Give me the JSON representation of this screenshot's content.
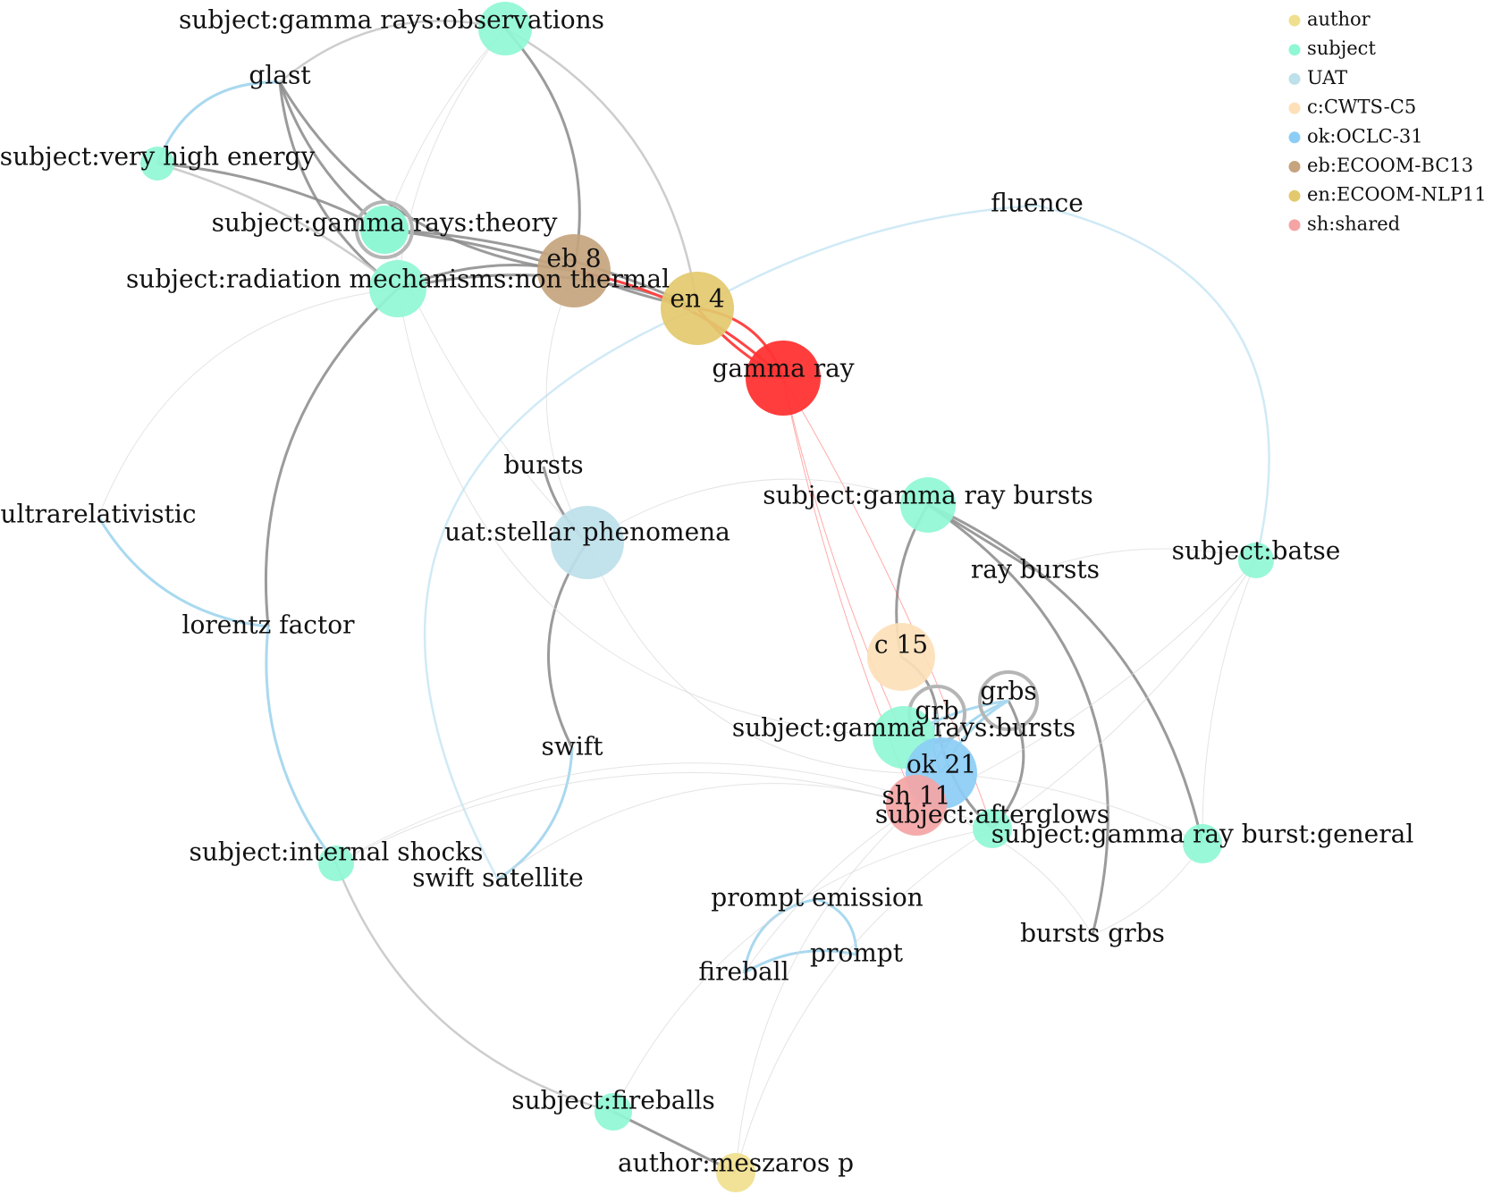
{
  "colors": {
    "author": "#f0e08e",
    "subject": "#8ff7d4",
    "uat": "#bde0ea",
    "cwts": "#fde0b8",
    "oclc": "#8ccdf5",
    "ecoom_bc": "#c6a47e",
    "ecoom_nlp": "#e3c96e",
    "shared": "#f4a4a4",
    "gamma_ray": "#ff3333",
    "edge_dark": "#8a8a8a",
    "edge_light": "#c8c8c8",
    "edge_blue": "#a9d9ef",
    "edge_red": "#ff4444"
  },
  "legend": [
    {
      "label": "author",
      "color": "#f0e08e"
    },
    {
      "label": "subject",
      "color": "#8ff7d4"
    },
    {
      "label": "UAT",
      "color": "#bde0ea"
    },
    {
      "label": "c:CWTS-C5",
      "color": "#fde0b8"
    },
    {
      "label": "ok:OCLC-31",
      "color": "#8ccdf5"
    },
    {
      "label": "eb:ECOOM-BC13",
      "color": "#c6a47e"
    },
    {
      "label": "en:ECOOM-NLP11",
      "color": "#e3c96e"
    },
    {
      "label": "sh:shared",
      "color": "#f4a4a4"
    }
  ],
  "nodes": [
    {
      "id": "gro",
      "label": "subject:gamma rays:observations",
      "kind": "subject"
    },
    {
      "id": "glast",
      "label": "glast",
      "kind": "term"
    },
    {
      "id": "vhe",
      "label": "subject:very high energy",
      "kind": "subject"
    },
    {
      "id": "grt",
      "label": "subject:gamma rays:theory",
      "kind": "subject"
    },
    {
      "id": "eb8",
      "label": "eb 8",
      "kind": "ecoom_bc"
    },
    {
      "id": "rmnt",
      "label": "subject:radiation mechanisms:non thermal",
      "kind": "subject"
    },
    {
      "id": "en4",
      "label": "en 4",
      "kind": "ecoom_nlp"
    },
    {
      "id": "gammaray",
      "label": "gamma ray",
      "kind": "gamma_ray"
    },
    {
      "id": "fluence",
      "label": "fluence",
      "kind": "term"
    },
    {
      "id": "bursts",
      "label": "bursts",
      "kind": "term"
    },
    {
      "id": "ultra",
      "label": "ultrarelativistic",
      "kind": "term"
    },
    {
      "id": "uat",
      "label": "uat:stellar phenomena",
      "kind": "uat"
    },
    {
      "id": "grbsub",
      "label": "subject:gamma ray bursts",
      "kind": "subject"
    },
    {
      "id": "batse",
      "label": "subject:batse",
      "kind": "subject"
    },
    {
      "id": "raybursts",
      "label": "ray bursts",
      "kind": "term"
    },
    {
      "id": "lorentz",
      "label": "lorentz factor",
      "kind": "term"
    },
    {
      "id": "c15",
      "label": "c 15",
      "kind": "cwts"
    },
    {
      "id": "grbs",
      "label": "grbs",
      "kind": "term"
    },
    {
      "id": "grb",
      "label": "grb",
      "kind": "term"
    },
    {
      "id": "grbursts",
      "label": "subject:gamma rays:bursts",
      "kind": "subject"
    },
    {
      "id": "swift",
      "label": "swift",
      "kind": "term"
    },
    {
      "id": "ok21",
      "label": "ok 21",
      "kind": "oclc"
    },
    {
      "id": "sh11",
      "label": "sh 11",
      "kind": "shared"
    },
    {
      "id": "afterglows",
      "label": "subject:afterglows",
      "kind": "subject"
    },
    {
      "id": "grbgen",
      "label": "subject:gamma ray burst:general",
      "kind": "subject"
    },
    {
      "id": "internal",
      "label": "subject:internal shocks",
      "kind": "subject"
    },
    {
      "id": "swiftsat",
      "label": "swift satellite",
      "kind": "term"
    },
    {
      "id": "prompte",
      "label": "prompt emission",
      "kind": "term"
    },
    {
      "id": "burstsgrbs",
      "label": "bursts grbs",
      "kind": "term"
    },
    {
      "id": "fireball",
      "label": "fireball",
      "kind": "term"
    },
    {
      "id": "prompt",
      "label": "prompt",
      "kind": "term"
    },
    {
      "id": "fireballs",
      "label": "subject:fireballs",
      "kind": "subject"
    },
    {
      "id": "meszaros",
      "label": "author:meszaros p",
      "kind": "author"
    }
  ]
}
